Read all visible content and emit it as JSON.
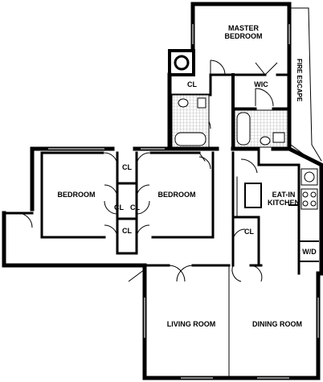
{
  "rooms": {
    "master_bedroom": "MASTER\nBEDROOM",
    "closet_master_left": "CL",
    "wic": "WIC",
    "fire_escape": "FIRE ESCAPE",
    "bedroom_left": "BEDROOM",
    "bedroom_right": "BEDROOM",
    "closet_upper_middle": "CL",
    "closet_middle_left": "CL",
    "closet_middle_right": "CL",
    "closet_lower_middle": "CL",
    "eat_in_kitchen": "EAT-IN\nKITCHEN",
    "closet_kitchen": "CL",
    "washer_dryer": "W/D",
    "living_room": "LIVING ROOM",
    "dining_room": "DINING ROOM"
  }
}
